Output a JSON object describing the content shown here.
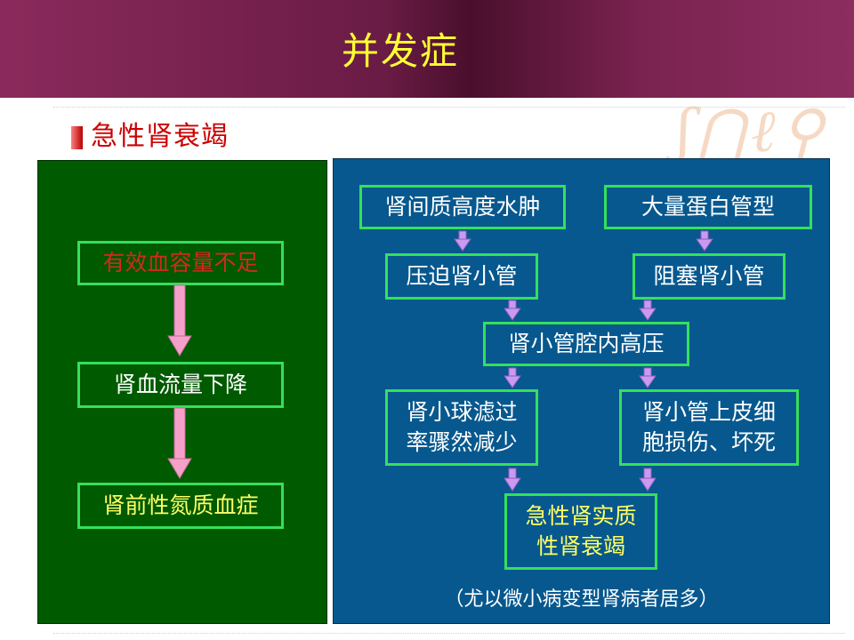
{
  "slide": {
    "title": "并发症",
    "section_title": "急性肾衰竭"
  },
  "left_flow": {
    "step1": "有效血容量不足",
    "step2": "肾血流量下降",
    "step3": "肾前性氮质血症"
  },
  "right_flow": {
    "cause_a": "肾间质高度水肿",
    "cause_b": "大量蛋白管型",
    "effect_a": "压迫肾小管",
    "effect_b": "阻塞肾小管",
    "middle": "肾小管腔内高压",
    "result_a": "肾小球滤过\n率骤然减少",
    "result_b": "肾小管上皮细\n胞损伤、坏死",
    "final": "急性肾实质\n性肾衰竭",
    "note": "（尤以微小病变型肾病者居多）"
  },
  "colors": {
    "header_bg": "#6a1c45",
    "title": "#ffff33",
    "section_title": "#cc0000",
    "left_panel": "#005a00",
    "right_panel": "#07588e",
    "box_border": "#35e05a",
    "left_arrow": "#f4a0c8",
    "right_arrow": "#c99af0"
  }
}
